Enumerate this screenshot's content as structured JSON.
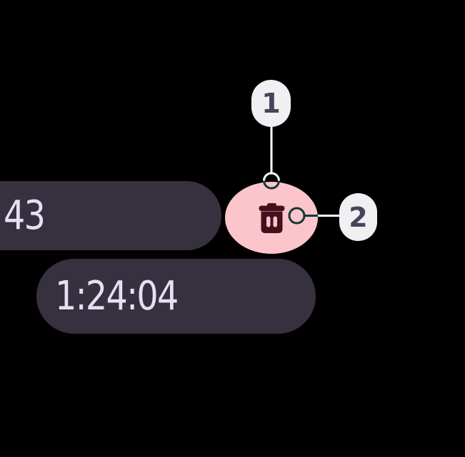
{
  "timers": {
    "top_chip_time": "43",
    "bottom_chip_time": "1:24:04"
  },
  "delete_button": {
    "icon": "trash-icon"
  },
  "callouts": [
    {
      "label": "1"
    },
    {
      "label": "2"
    }
  ],
  "colors": {
    "background": "#000000",
    "chip_background": "#36303F",
    "chip_text": "#E9DFF4",
    "delete_button_background": "#FCC4CB",
    "delete_icon": "#45101E",
    "callout_background": "#F2EFF3",
    "callout_text": "#484459",
    "connector_light": "#FFFFFF",
    "connector_dark": "#0E3A31"
  }
}
